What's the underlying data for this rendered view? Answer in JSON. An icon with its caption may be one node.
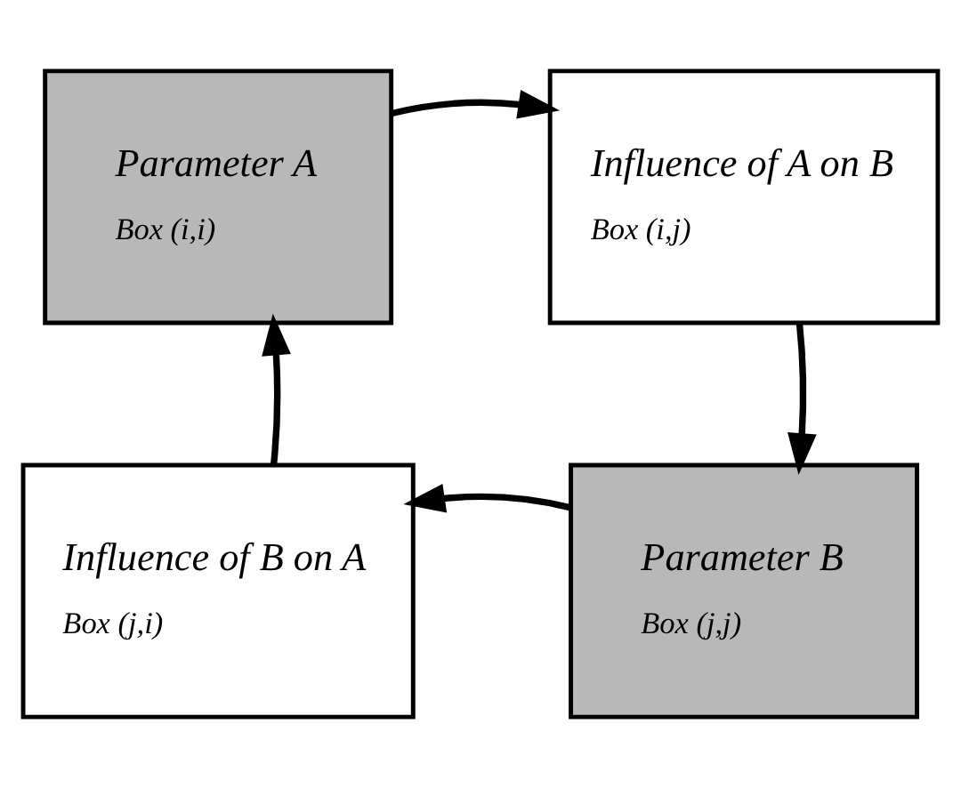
{
  "diagram": {
    "nodes": [
      {
        "text": [
          "Parameter A",
          "Box (i,i)"
        ]
      },
      {
        "text": [
          "Influence of A on B",
          "Box (i,j)"
        ]
      },
      {
        "text": [
          "Influence of B on A",
          "Box (j,i)"
        ]
      },
      {
        "text": [
          "Parameter B",
          "Box (j,j)"
        ]
      }
    ],
    "edges": [
      {
        "from": 0,
        "to": 1,
        "arrow": "to"
      },
      {
        "from": 1,
        "to": 3,
        "arrow": "to"
      },
      {
        "from": 3,
        "to": 2,
        "arrow": "to"
      },
      {
        "from": 2,
        "to": 0,
        "arrow": "to"
      }
    ]
  }
}
